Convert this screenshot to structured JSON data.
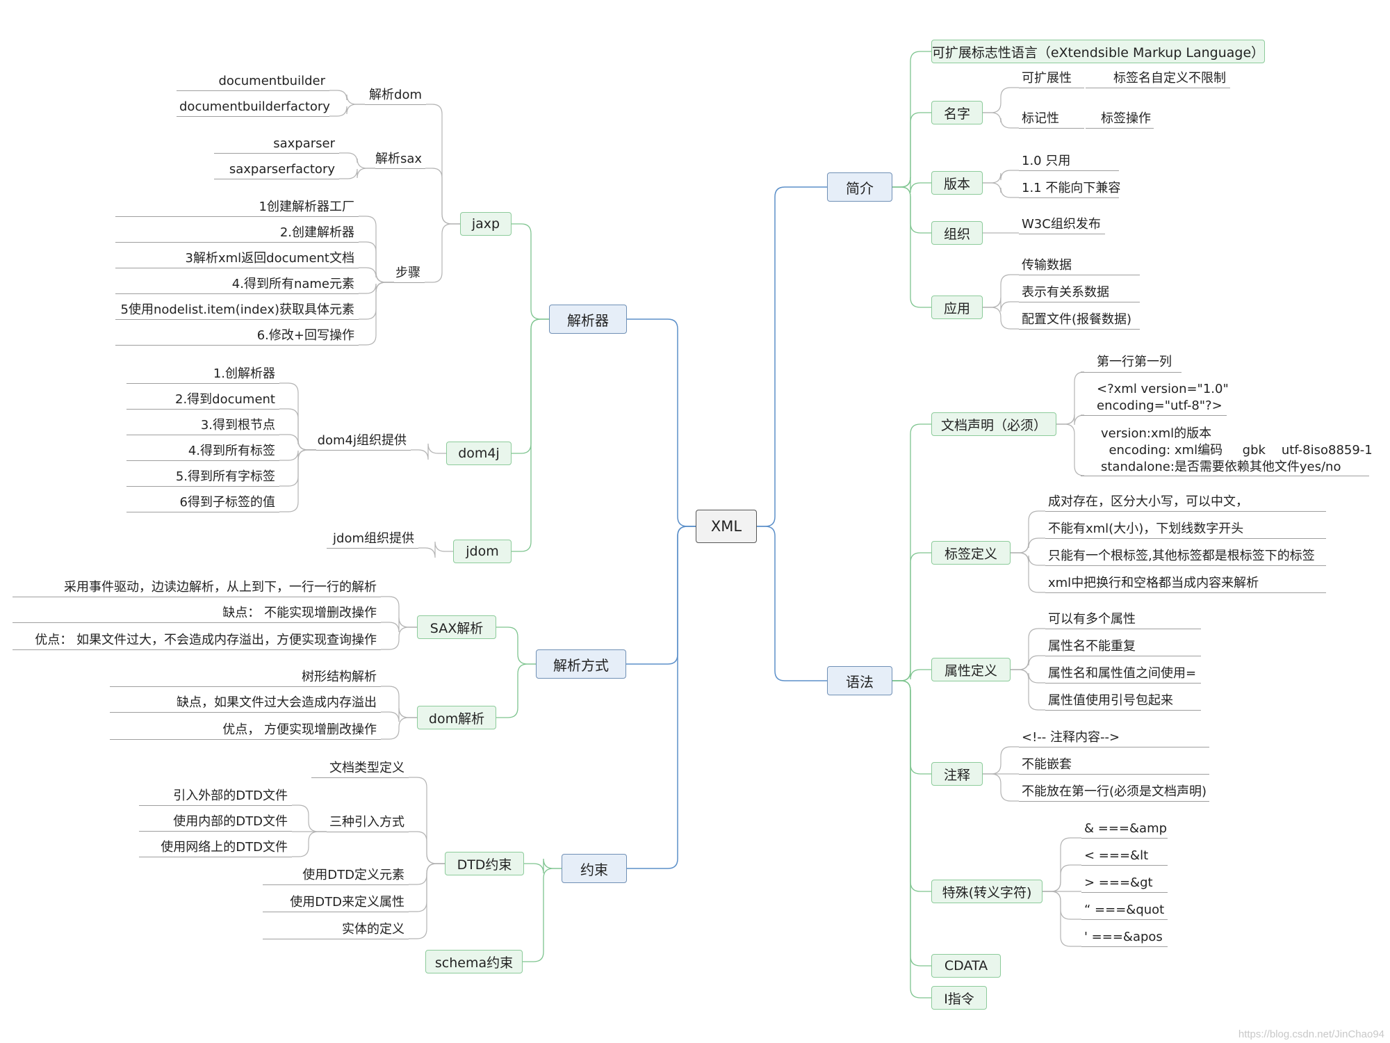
{
  "root": "XML",
  "right": {
    "intro": {
      "label": "简介",
      "full_name": "可扩展标志性语言（eXtendsible Markup Language）",
      "name": {
        "label": "名字",
        "extensible": "可扩展性",
        "extensible_note": "标签名自定义不限制",
        "markup": "标记性",
        "markup_note": "标签操作"
      },
      "version": {
        "label": "版本",
        "v10": "1.0 只用",
        "v11": "1.1 不能向下兼容"
      },
      "org": {
        "label": "组织",
        "w3c": "W3C组织发布"
      },
      "usage": {
        "label": "应用",
        "items": [
          "传输数据",
          "表示有关系数据",
          "配置文件(报餐数据)"
        ]
      }
    },
    "syntax": {
      "label": "语法",
      "declaration": {
        "label": "文档声明（必须）",
        "first": "第一行第一列",
        "example": "<?xml version=\"1.0\"\nencoding=\"utf-8\"?>",
        "attrs": "version:xml的版本\n  encoding: xml编码     gbk    utf-8iso8859-1\nstandalone:是否需要依赖其他文件yes/no"
      },
      "tag": {
        "label": "标签定义",
        "items": [
          "成对存在，区分大小写，可以中文，",
          "不能有xml(大小)，下划线数字开头",
          "只能有一个根标签,其他标签都是根标签下的标签",
          "xml中把换行和空格都当成内容来解析"
        ]
      },
      "attr": {
        "label": "属性定义",
        "items": [
          "可以有多个属性",
          "属性名不能重复",
          "属性名和属性值之间使用=",
          "属性值使用引号包起来"
        ]
      },
      "comment": {
        "label": "注释",
        "items": [
          "<!-- 注释内容-->",
          "不能嵌套",
          "不能放在第一行(必须是文档声明)"
        ]
      },
      "escape": {
        "label": "特殊(转义字符)",
        "items": [
          "& ===&amp",
          "< ===&lt",
          "> ===&gt",
          "“ ===&quot",
          "' ===&apos"
        ]
      },
      "cdata": "CDATA",
      "pi": "I指令"
    }
  },
  "left": {
    "parser": {
      "label": "解析器",
      "jaxp": {
        "label": "jaxp",
        "dom": {
          "label": "解析dom",
          "items": [
            "documentbuilder",
            "documentbuilderfactory"
          ]
        },
        "sax": {
          "label": "解析sax",
          "items": [
            "saxparser",
            "saxparserfactory"
          ]
        },
        "steps": {
          "label": "步骤",
          "items": [
            "1创建解析器工厂",
            "2.创建解析器",
            "3解析xml返回document文档",
            "4.得到所有name元素",
            "5使用nodelist.item(index)获取具体元素",
            "6.修改+回写操作"
          ]
        }
      },
      "dom4j": {
        "label": "dom4j",
        "org": "dom4j组织提供",
        "items": [
          "1.创解析器",
          "2.得到document",
          "3.得到根节点",
          "4.得到所有标签",
          "5.得到所有字标签",
          "6得到子标签的值"
        ]
      },
      "jdom": {
        "label": "jdom",
        "org": "jdom组织提供"
      }
    },
    "methods": {
      "label": "解析方式",
      "sax": {
        "label": "SAX解析",
        "items": [
          "采用事件驱动，边读边解析，从上到下，一行一行的解析",
          "缺点： 不能实现增删改操作",
          "优点： 如果文件过大，不会造成内存溢出，方便实现查询操作"
        ]
      },
      "dom": {
        "label": "dom解析",
        "items": [
          "树形结构解析",
          "缺点，如果文件过大会造成内存溢出",
          "优点， 方便实现增删改操作"
        ]
      }
    },
    "constraint": {
      "label": "约束",
      "dtd": {
        "label": "DTD约束",
        "doctype": "文档类型定义",
        "import": {
          "label": "三种引入方式",
          "items": [
            "引入外部的DTD文件",
            "使用内部的DTD文件",
            "使用网络上的DTD文件"
          ]
        },
        "items": [
          "使用DTD定义元素",
          "使用DTD来定义属性",
          "实体的定义"
        ]
      },
      "schema": "schema约束"
    }
  },
  "watermark": "https://blog.csdn.net/JinChao94",
  "colors": {
    "main_link": "#5b8fc9",
    "sub_link": "#7dc48e",
    "leaf_link": "#b3b3b3"
  }
}
